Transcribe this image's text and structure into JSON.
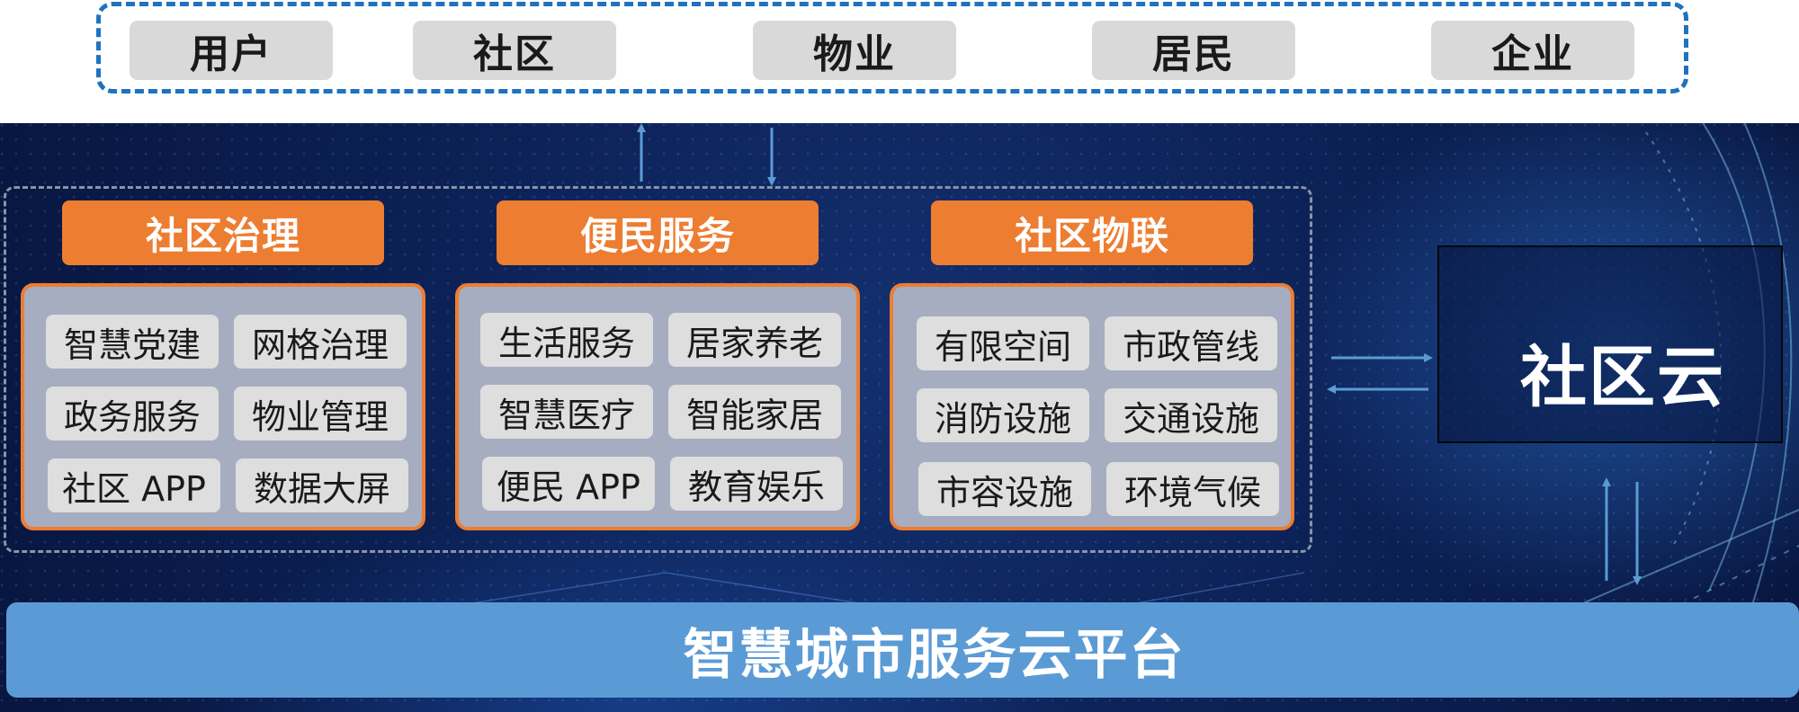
{
  "stakeholders": [
    "用户",
    "社区",
    "物业",
    "居民",
    "企业"
  ],
  "modules": [
    {
      "title": "社区治理",
      "items": [
        "智慧党建",
        "网格治理",
        "政务服务",
        "物业管理",
        "社区 APP",
        "数据大屏"
      ]
    },
    {
      "title": "便民服务",
      "items": [
        "生活服务",
        "居家养老",
        "智慧医疗",
        "智能家居",
        "便民 APP",
        "教育娱乐"
      ]
    },
    {
      "title": "社区物联",
      "items": [
        "有限空间",
        "市政管线",
        "消防设施",
        "交通设施",
        "市容设施",
        "环境气候"
      ]
    }
  ],
  "cloud": {
    "label": "社区云"
  },
  "platform": {
    "label": "智慧城市服务云平台"
  },
  "colors": {
    "dashed_border": "#1f72bf",
    "module_accent": "#ed7d31",
    "platform_bar": "#5b9bd5",
    "arrow": "#5b9bd5",
    "background": "#0b1f52"
  }
}
